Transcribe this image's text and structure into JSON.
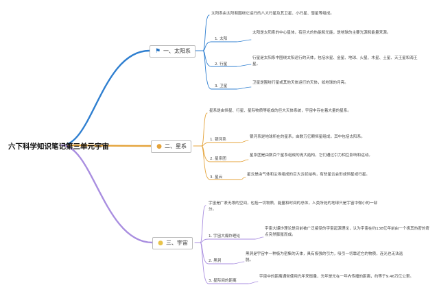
{
  "root": {
    "title": "六下科学知识笔记第三单元宇宙"
  },
  "branches": [
    {
      "id": "b1",
      "label": "一、太阳系",
      "icon": "flag-icon",
      "color": "#2f7fd0",
      "intro": "太阳系由太阳和围绕它运行的八大行星及其卫星、小行星、彗星等组成。",
      "children": [
        {
          "label": "1. 太阳",
          "text": "太阳是太阳系的中心星体，有巨大的热能和光能，是地球的主要光源和能量来源。"
        },
        {
          "label": "2. 行星",
          "text": "行星是太阳系中围绕太阳运行的天体，包括水星、金星、地球、火星、木星、土星、天王星和海王星。"
        },
        {
          "label": "3. 卫星",
          "text": "卫星是围绕行星或其他天体运行的天体，如地球的月亮。"
        }
      ]
    },
    {
      "id": "b2",
      "label": "二、星系",
      "icon": "lightbulb-icon",
      "color": "#e4a33a",
      "intro": "星系是由恒星、行星、星际物质等组成的巨大天体系统，宇宙中存在着大量的星系。",
      "children": [
        {
          "label": "1. 银河系",
          "text": "银河系是地球所在的星系，由数万亿颗恒星组成，其中包括太阳系。"
        },
        {
          "label": "2. 星系团",
          "text": "星系团是由数百个星系组成的庞大结构，它们通过引力相互影响和运动。"
        },
        {
          "label": "3. 星云",
          "text": "星云是由气体和尘埃组成的巨大云状结构，有些星云会形成恒星或行星。"
        }
      ]
    },
    {
      "id": "b3",
      "label": "三、宇宙",
      "icon": "lightbulb-icon",
      "color": "#a98ee0",
      "intro": "宇宙是广袤无垠的空间，包括一切物质、能量和时间的总体，人类所处的地球只是宇宙中微小的一部分。",
      "children": [
        {
          "label": "1. 宇宙大爆炸理论",
          "text": "宇宙大爆炸理论是目前被广泛接受的宇宙起源理论，认为宇宙在约138亿年前由一个极其热密的奇点突然膨胀而成。"
        },
        {
          "label": "2. 黑洞",
          "text": "黑洞是宇宙中一种极为密集的天体，具有极强的引力，吸引一切靠近它的物质，连光也无法逃脱。"
        },
        {
          "label": "3. 星际间的距离",
          "text": "宇宙中的距离通常使用光年来衡量，光年是光在一年内传播的距离，约等于9.46万亿公里。"
        }
      ]
    }
  ]
}
